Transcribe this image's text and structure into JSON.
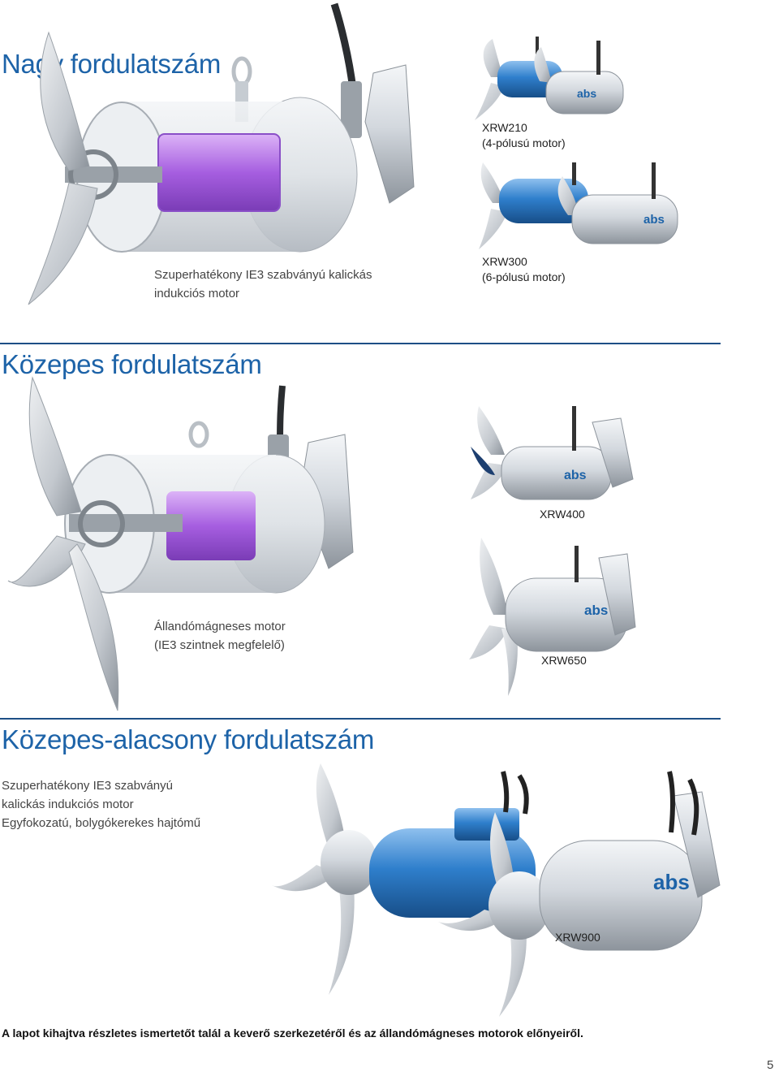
{
  "sections": {
    "high": {
      "title": "Nagy fordulatszám",
      "motor_caption": [
        "Szuperhatékony IE3 szabványú kalickás",
        "indukciós motor"
      ],
      "models": [
        {
          "name": "XRW210",
          "poles": "(4-pólusú motor)"
        },
        {
          "name": "XRW300",
          "poles": "(6-pólusú motor)"
        }
      ]
    },
    "medium": {
      "title": "Közepes fordulatszám",
      "motor_caption": [
        "Állandómágneses motor",
        "(IE3 szintnek megfelelő)"
      ],
      "models": [
        {
          "name": "XRW400"
        },
        {
          "name": "XRW650"
        }
      ]
    },
    "medium_low": {
      "title": "Közepes-alacsony fordulatszám",
      "motor_caption": [
        "Szuperhatékony IE3 szabványú",
        "kalickás indukciós motor",
        "Egyfokozatú, bolygókerekes hajtómű"
      ],
      "models": [
        {
          "name": "XRW900"
        }
      ]
    }
  },
  "brand": "abs",
  "footnote": "A lapot kihajtva részletes ismertetőt talál a keverő szerkezetéről és az állandómágneses motorok előnyeiről.",
  "page_number": "5",
  "colors": {
    "heading": "#1d63a8",
    "rule": "#1d4f86",
    "motor_blue": "#2f7fcc",
    "motor_silver": "#c9ced6",
    "rotor_purple": "#a65ee0"
  }
}
